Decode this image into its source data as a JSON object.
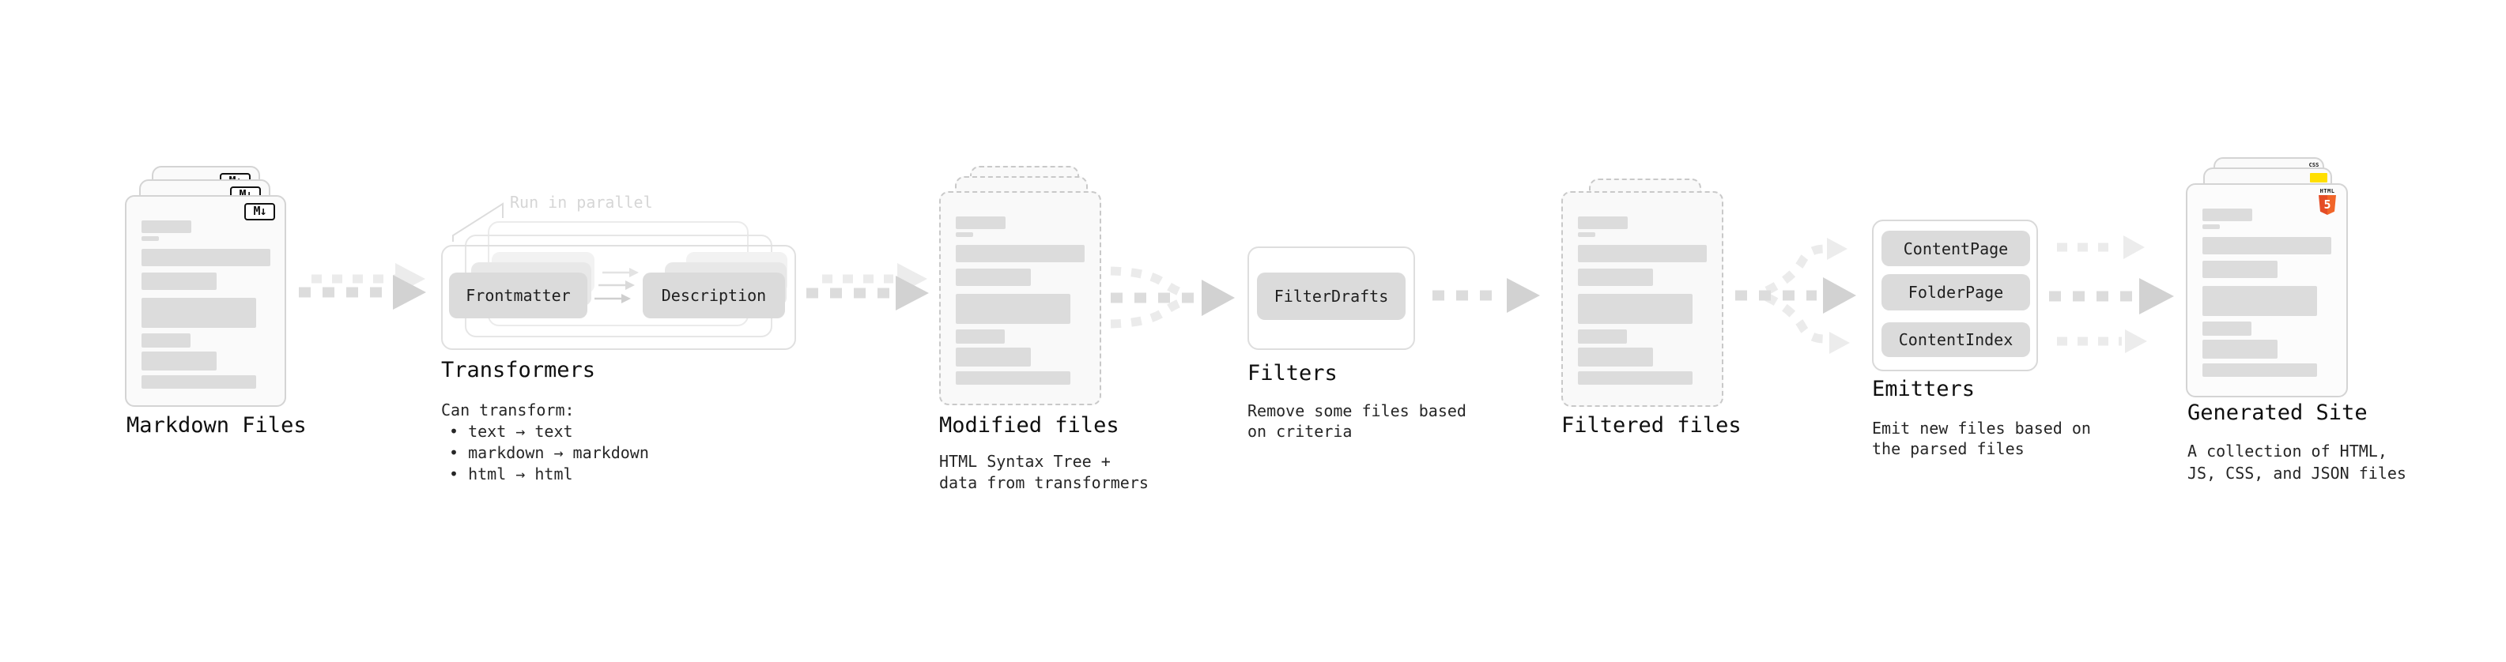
{
  "nodes": {
    "markdown": {
      "title": "Markdown Files",
      "badge": "M↓"
    },
    "transformers": {
      "title": "Transformers",
      "annotation": "Run in parallel",
      "pill_a": "Frontmatter",
      "pill_b": "Description",
      "body_heading": "Can transform:",
      "bullets": [
        "text → text",
        "markdown → markdown",
        "html → html"
      ]
    },
    "modified": {
      "title": "Modified files",
      "body": [
        "HTML Syntax Tree +",
        "data from transformers"
      ]
    },
    "filters": {
      "title": "Filters",
      "pill": "FilterDrafts",
      "body": [
        "Remove some files based",
        "on criteria"
      ]
    },
    "filtered": {
      "title": "Filtered files"
    },
    "emitters": {
      "title": "Emitters",
      "pills": [
        "ContentPage",
        "FolderPage",
        "ContentIndex"
      ],
      "body": [
        "Emit new files based on",
        "the parsed files"
      ]
    },
    "generated": {
      "title": "Generated Site",
      "body": [
        "A collection of HTML,",
        "JS, CSS, and JSON files"
      ],
      "badge_html_label": "HTML",
      "badge_html_number": "5",
      "badge_css_label": "CSS"
    }
  },
  "colors": {
    "html5_orange": "#e44d26",
    "html5_orange_light": "#f16529",
    "js_yellow": "#ffdf00",
    "css_blue": "#2b6bf3"
  }
}
